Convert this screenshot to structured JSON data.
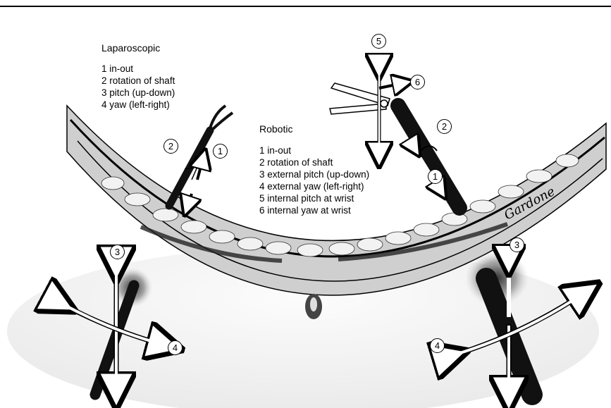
{
  "laparoscopic": {
    "title": "Laparoscopic",
    "items": [
      "1 in-out",
      "2 rotation of shaft",
      "3 pitch (up-down)",
      "4 yaw (left-right)"
    ]
  },
  "robotic": {
    "title": "Robotic",
    "items": [
      "1 in-out",
      "2 rotation of shaft",
      "3 external pitch (up-down)",
      "4 external yaw (left-right)",
      "5 internal pitch at wrist",
      "6 internal yaw at wrist"
    ]
  },
  "markers": {
    "lap_1": "1",
    "lap_2": "2",
    "lap_3": "3",
    "lap_4": "4",
    "rob_1": "1",
    "rob_2": "2",
    "rob_3": "3",
    "rob_4": "4",
    "rob_5": "5",
    "rob_6": "6"
  },
  "signature": "Gardone",
  "colors": {
    "ink": "#000000",
    "paper": "#ffffff",
    "tissue": "#9a9a9a",
    "fat": "#f2f2f2"
  }
}
